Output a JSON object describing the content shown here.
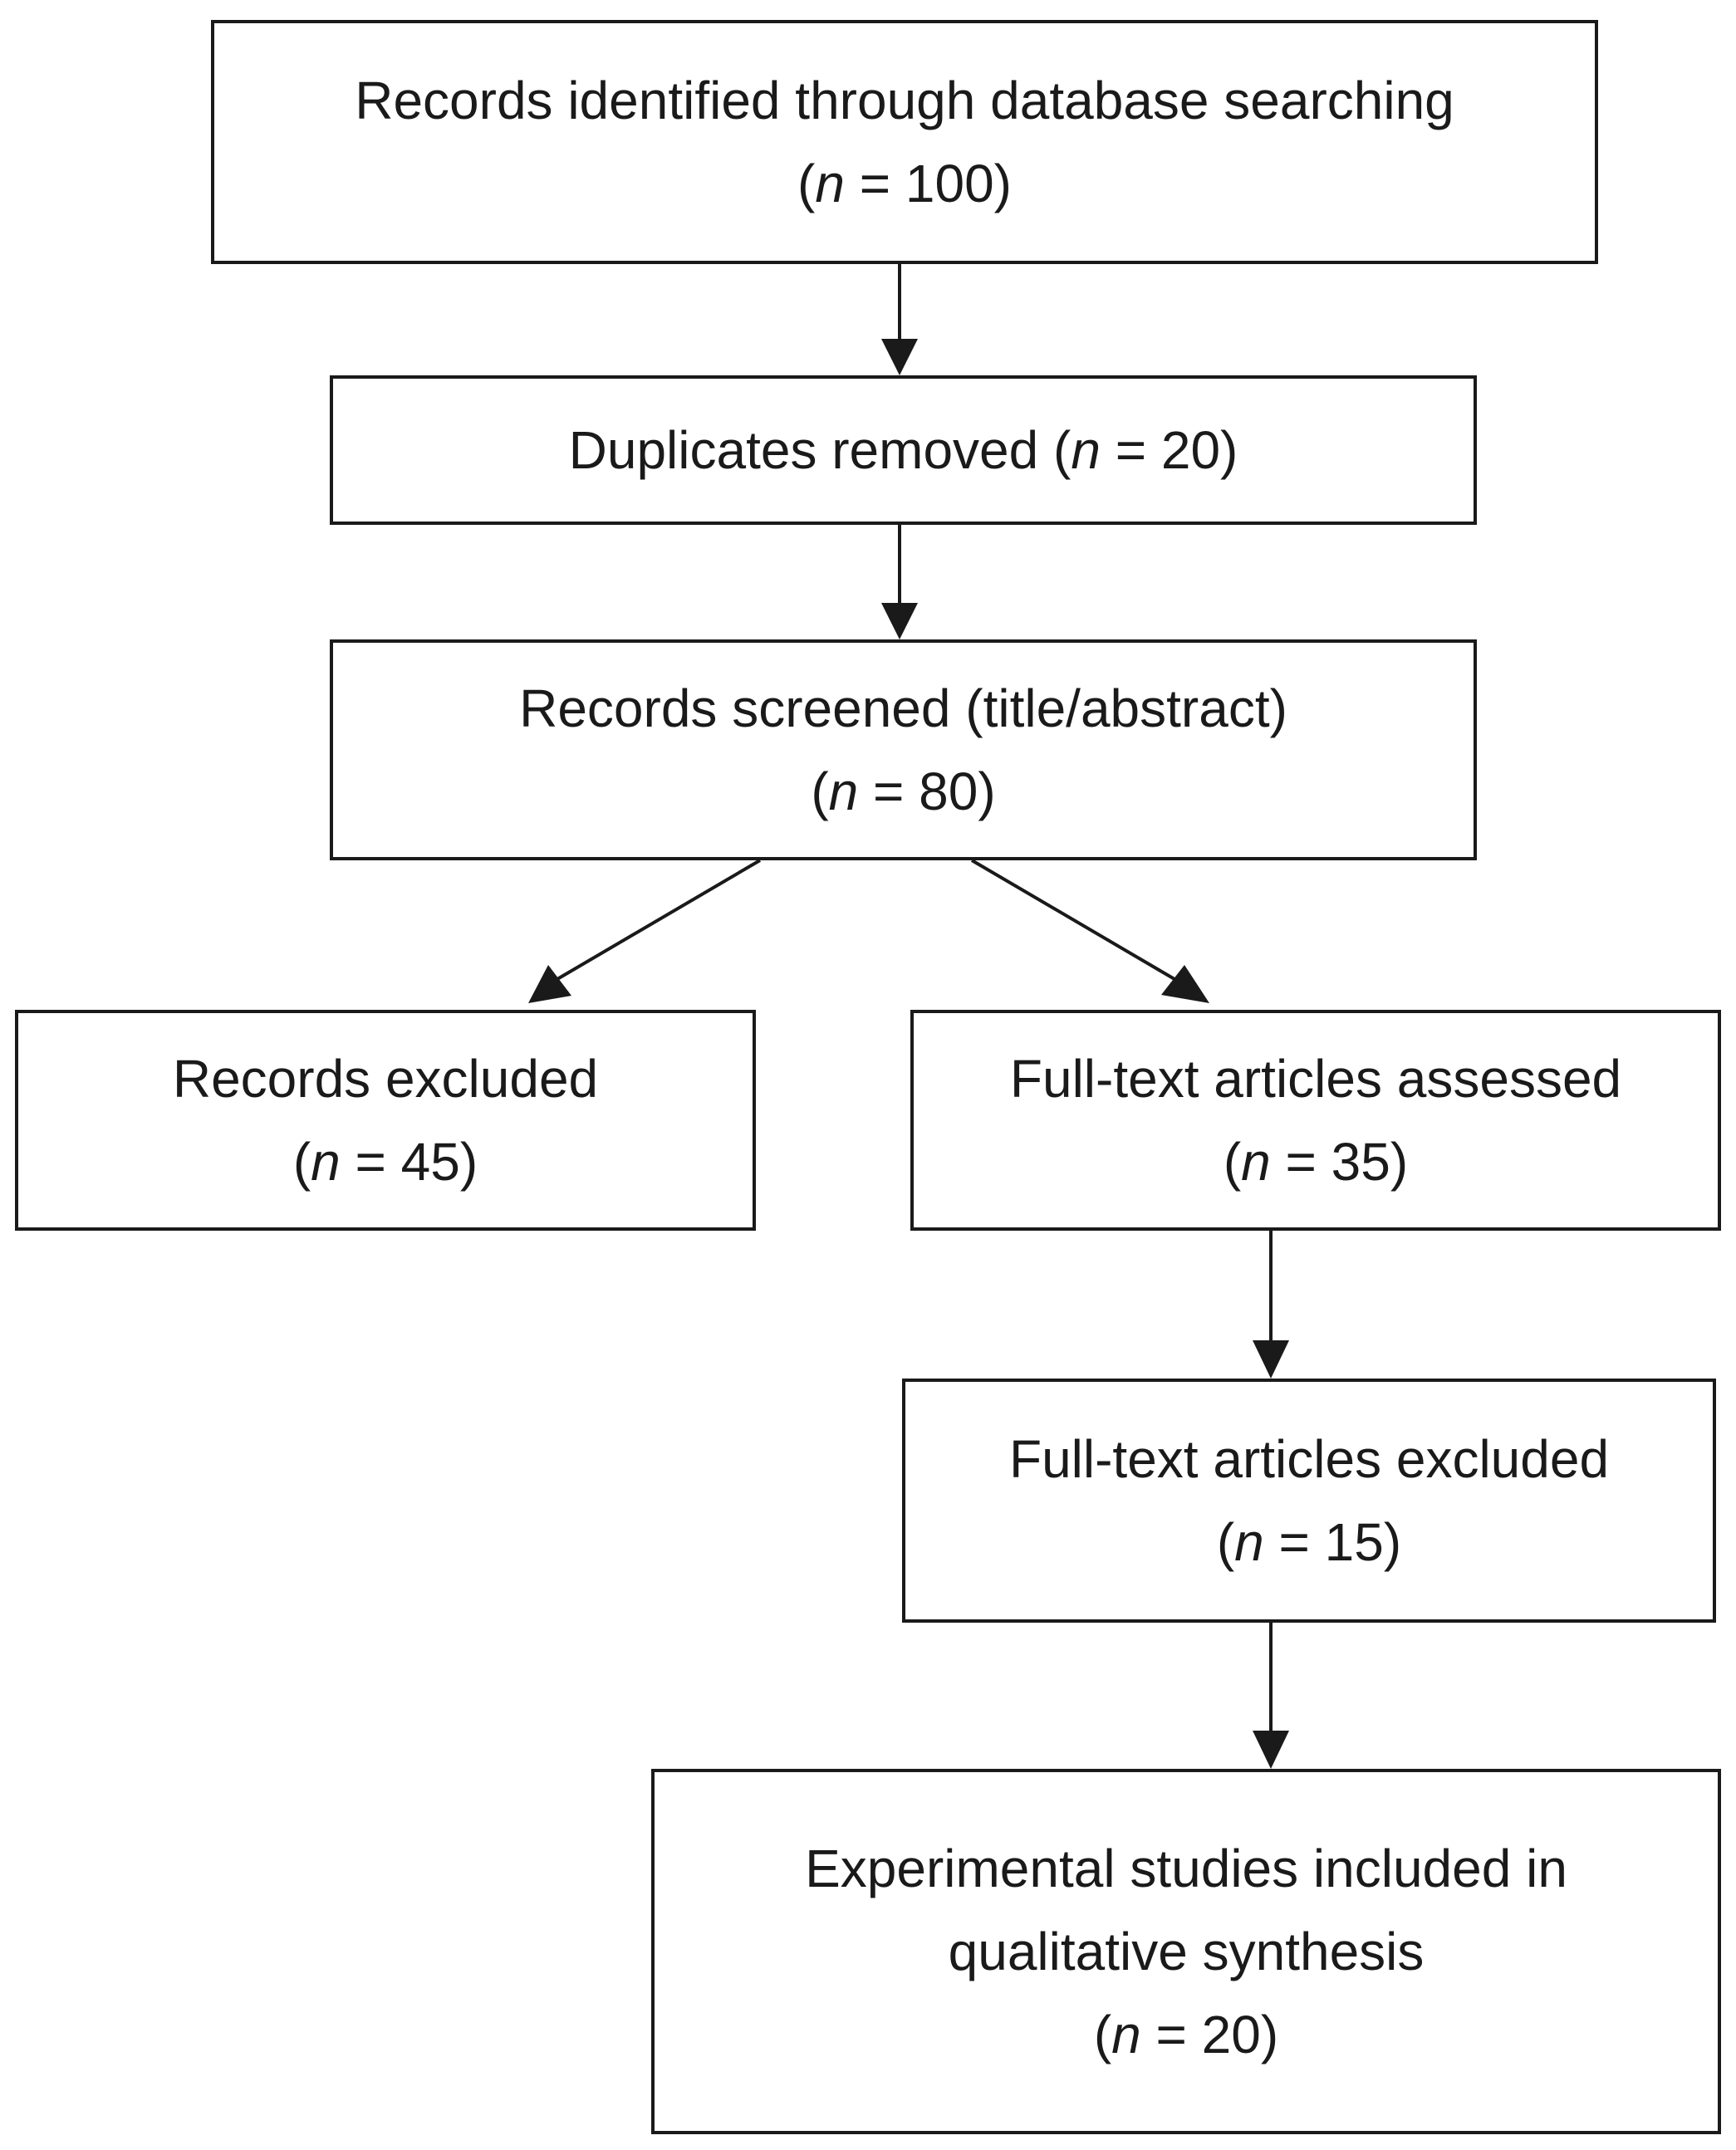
{
  "nodes": {
    "identified": {
      "lines": [
        "Records identified through database searching"
      ],
      "count_prefix": "(",
      "count_var": "n",
      "count_text": " = 100)"
    },
    "duplicates": {
      "label": "Duplicates removed ",
      "count_prefix": "(",
      "count_var": "n",
      "count_text": " = 20)"
    },
    "screened": {
      "lines": [
        "Records screened (title/abstract)"
      ],
      "count_prefix": "(",
      "count_var": "n",
      "count_text": " = 80)"
    },
    "excluded": {
      "lines": [
        "Records excluded"
      ],
      "count_prefix": "(",
      "count_var": "n",
      "count_text": " = 45)"
    },
    "assessed": {
      "lines": [
        "Full-text articles assessed"
      ],
      "count_prefix": "(",
      "count_var": "n",
      "count_text": " = 35)"
    },
    "fulltext_excluded": {
      "lines": [
        "Full-text articles excluded"
      ],
      "count_prefix": "(",
      "count_var": "n",
      "count_text": " = 15)"
    },
    "included": {
      "lines": [
        "Experimental studies included in",
        "qualitative synthesis"
      ],
      "count_prefix": "(",
      "count_var": "n",
      "count_text": " = 20)"
    }
  }
}
